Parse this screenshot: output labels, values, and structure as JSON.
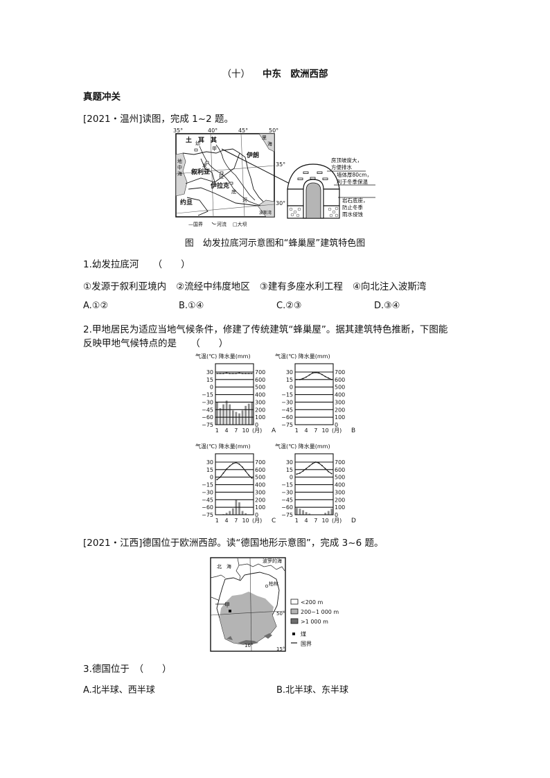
{
  "header": {
    "number": "（十）",
    "title": "中东　欧洲西部"
  },
  "section_title": "真题冲关",
  "group1": {
    "intro": "[2021・温州]读图，完成 1~2 题。",
    "figure": {
      "lon_labels": [
        "35°",
        "40°",
        "45°",
        "50°"
      ],
      "lat_labels": [
        "35°",
        "30°"
      ],
      "countries": {
        "turkey": "土　耳　其",
        "iran": "伊朗",
        "syria": "叙利亚",
        "iraq": "伊拉克",
        "jordan": "约旦"
      },
      "seas": {
        "mediterranean": [
          "地",
          "中",
          "海"
        ],
        "caspian": [
          "里",
          "海"
        ],
        "persian_gulf": "波斯湾"
      },
      "river_chars": [
        "幼",
        "发",
        "拉",
        "底",
        "河"
      ],
      "point": "甲",
      "legend": {
        "border": "—国界",
        "river": "河流",
        "dam": "□大坝"
      },
      "house_notes": [
        [
          "房顶坡度大，",
          "方便排水"
        ],
        [
          "墙体厚80cm，",
          "利于冬季保温"
        ],
        [
          "岩石底座，",
          "防止冬季",
          "雨水侵蚀"
        ]
      ],
      "caption": "图　幼发拉底河示意图和“蜂巢屋”建筑特色图"
    },
    "q1": {
      "stem": "1.幼发拉底河　　（　　）",
      "statements": [
        "①发源于叙利亚境内",
        "②流经中纬度地区",
        "③建有多座水利工程",
        "④向北注入波斯湾"
      ],
      "options": [
        "A.①②",
        "B.①④",
        "C.②③",
        "D.③④"
      ]
    },
    "q2": {
      "stem_line1": "2.甲地居民为适应当地气候条件，修建了传统建筑“蜂巢屋”。据其建筑特色推断，下图能",
      "stem_line2": "反映甲地气候特点的是　　（　　）"
    }
  },
  "chart_data": [
    {
      "type": "bar+line",
      "label": "A",
      "title": "气温(℃) 降水量(mm)",
      "xlabel": "(月)",
      "month_ticks": [
        "1",
        "4",
        "7",
        "10"
      ],
      "temp_ticks": [
        30,
        15,
        0,
        -15,
        -30,
        -45,
        -60,
        -75
      ],
      "precip_ticks": [
        700,
        600,
        500,
        400,
        300,
        200,
        100,
        0
      ],
      "ylim_temp": [
        -75,
        30
      ],
      "ylim_precip": [
        0,
        700
      ],
      "months": [
        1,
        2,
        3,
        4,
        5,
        6,
        7,
        8,
        9,
        10,
        11,
        12
      ],
      "temperature": [
        27,
        27,
        27,
        28,
        27,
        27,
        27,
        28,
        27,
        27,
        27,
        27
      ],
      "precipitation": [
        300,
        220,
        270,
        320,
        270,
        190,
        170,
        150,
        190,
        250,
        280,
        300
      ]
    },
    {
      "type": "bar+line",
      "label": "B",
      "title": "气温(℃) 降水量(mm)",
      "xlabel": "(月)",
      "month_ticks": [
        "1",
        "4",
        "7",
        "10"
      ],
      "temp_ticks": [
        30,
        15,
        0,
        -15,
        -30,
        -45,
        -60,
        -75
      ],
      "precip_ticks": [
        700,
        600,
        500,
        400,
        300,
        200,
        100,
        0
      ],
      "ylim_temp": [
        -75,
        30
      ],
      "ylim_precip": [
        0,
        700
      ],
      "months": [
        1,
        2,
        3,
        4,
        5,
        6,
        7,
        8,
        9,
        10,
        11,
        12
      ],
      "temperature": [
        15,
        15,
        17,
        20,
        24,
        28,
        29,
        28,
        25,
        21,
        18,
        15
      ],
      "precipitation": [
        0,
        0,
        0,
        4,
        0,
        0,
        0,
        0,
        0,
        4,
        0,
        0
      ]
    },
    {
      "type": "bar+line",
      "label": "C",
      "title": "气温(℃) 降水量(mm)",
      "xlabel": "(月)",
      "month_ticks": [
        "1",
        "4",
        "7",
        "10"
      ],
      "temp_ticks": [
        30,
        15,
        0,
        -15,
        -30,
        -45,
        -60,
        -75
      ],
      "precip_ticks": [
        700,
        600,
        500,
        400,
        300,
        200,
        100,
        0
      ],
      "ylim_temp": [
        -75,
        30
      ],
      "ylim_precip": [
        0,
        700
      ],
      "months": [
        1,
        2,
        3,
        4,
        5,
        6,
        7,
        8,
        9,
        10,
        11,
        12
      ],
      "temperature": [
        -5,
        0,
        8,
        16,
        22,
        27,
        29,
        26,
        20,
        12,
        4,
        -2
      ],
      "precipitation": [
        0,
        0,
        8,
        25,
        50,
        85,
        200,
        165,
        50,
        20,
        5,
        0
      ]
    },
    {
      "type": "bar+line",
      "label": "D",
      "title": "气温(℃) 降水量(mm)",
      "xlabel": "(月)",
      "month_ticks": [
        "1",
        "4",
        "7",
        "10"
      ],
      "temp_ticks": [
        30,
        15,
        0,
        -15,
        -30,
        -45,
        -60,
        -75
      ],
      "precip_ticks": [
        700,
        600,
        500,
        400,
        300,
        200,
        100,
        0
      ],
      "ylim_temp": [
        -75,
        30
      ],
      "ylim_precip": [
        0,
        700
      ],
      "months": [
        1,
        2,
        3,
        4,
        5,
        6,
        7,
        8,
        9,
        10,
        11,
        12
      ],
      "temperature": [
        6,
        8,
        12,
        17,
        22,
        27,
        30,
        28,
        23,
        17,
        11,
        7
      ],
      "precipitation": [
        90,
        80,
        60,
        35,
        15,
        5,
        0,
        0,
        5,
        25,
        50,
        80
      ]
    }
  ],
  "group2": {
    "intro": "[2021・江西]德国位于欧洲西部。读“德国地形示意图”，完成 3~6 题。",
    "map": {
      "north_sea": "北　海",
      "baltic_sea": "波罗的海",
      "berlin": "柏林",
      "point": "甲",
      "lat_label": "50°",
      "lon_labels": [
        "10°",
        "15°"
      ],
      "legend": [
        {
          "label": "<200 m",
          "color": "#ffffff"
        },
        {
          "label": "200~1 000 m",
          "color": "#b4b4b4"
        },
        {
          "label": ">1 000 m",
          "color": "#6e6e6e"
        }
      ],
      "coal": "煤",
      "border": "国界"
    },
    "q3": {
      "stem": "3.德国位于　（　　）",
      "options": [
        "A.北半球、西半球",
        "B.北半球、东半球"
      ]
    }
  }
}
